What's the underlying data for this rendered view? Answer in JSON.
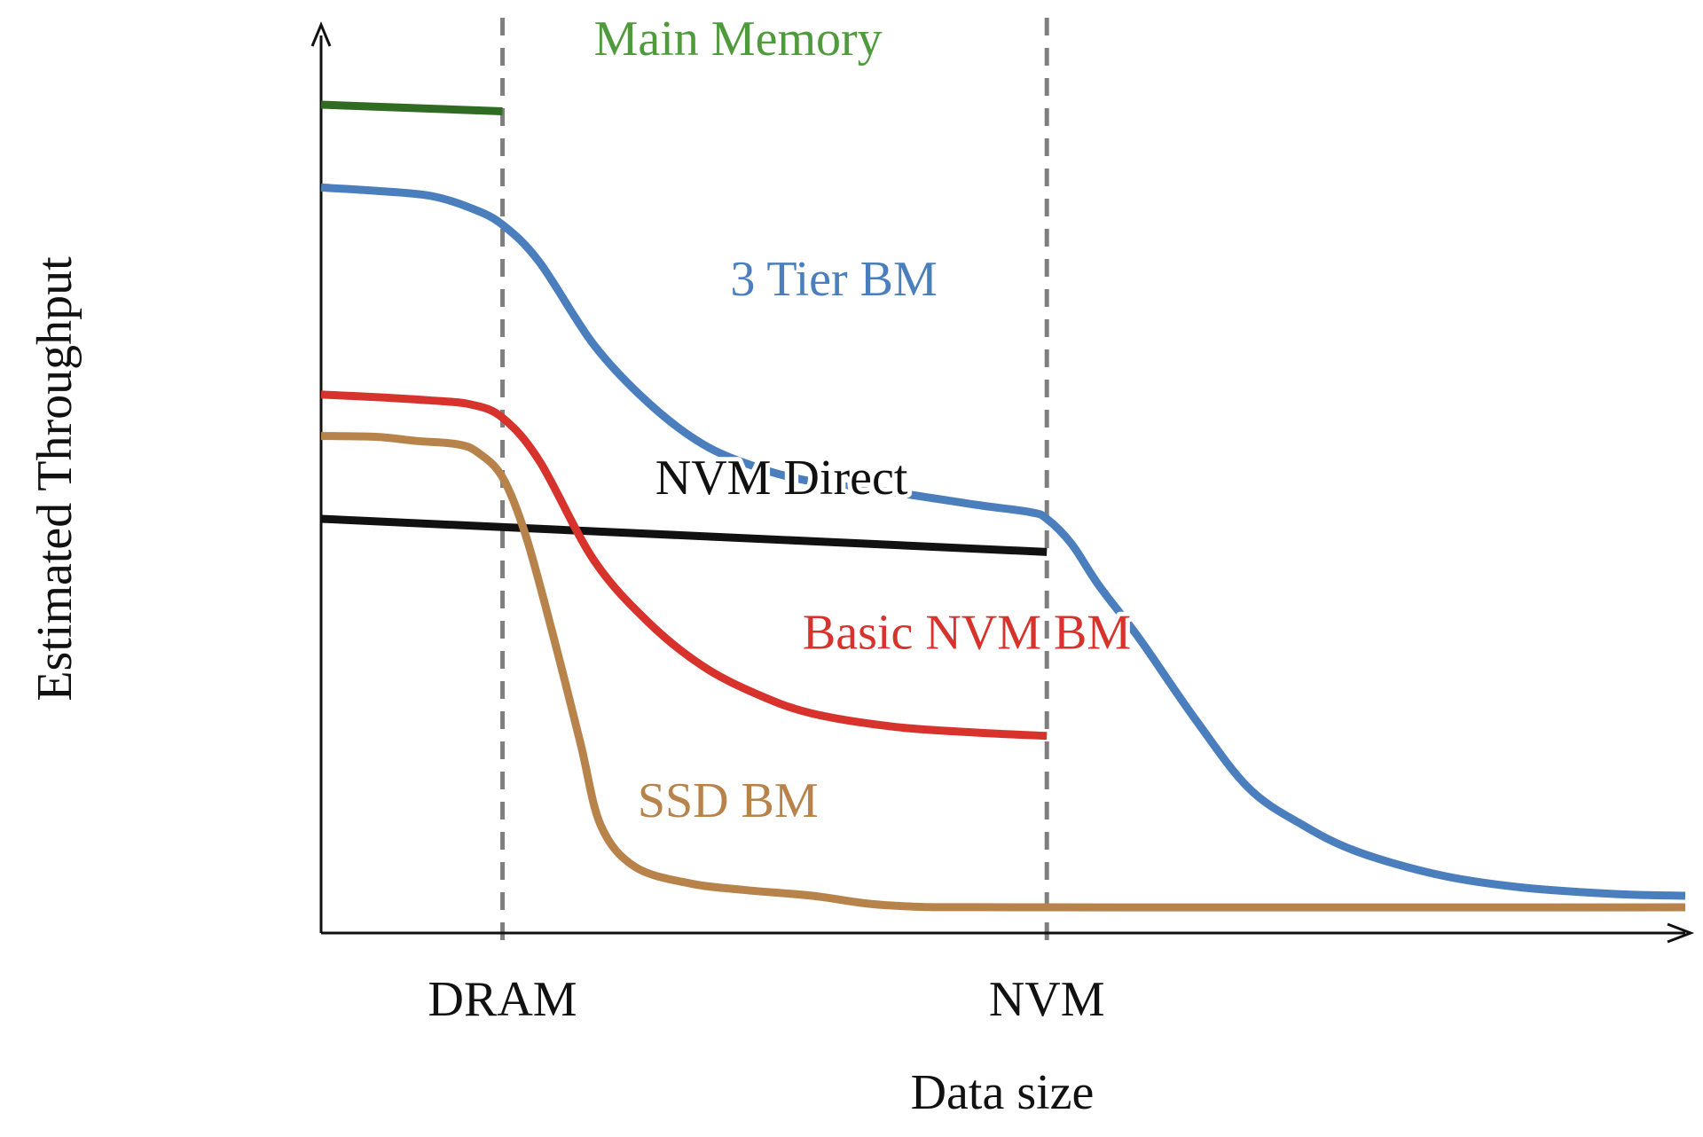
{
  "chart_data": {
    "type": "line",
    "title": "",
    "xlabel": "Data size",
    "ylabel": "Estimated  Throughput",
    "xlim": [
      0,
      1000
    ],
    "ylim": [
      0,
      1000
    ],
    "grid": false,
    "legend": "inline labels",
    "x_ticks": [
      {
        "label": "DRAM",
        "x": 133
      },
      {
        "label": "NVM",
        "x": 532
      }
    ],
    "series": [
      {
        "name": "Main Memory",
        "color": "#2f6b22",
        "label_color": "#4e9a3c",
        "label_at": [
          200,
          1060
        ],
        "points": [
          [
            0,
            1000
          ],
          [
            133,
            992
          ]
        ]
      },
      {
        "name": "3 Tier BM",
        "color": "#4a7ebd",
        "label_color": "#4a7ebd",
        "label_at": [
          300,
          770
        ],
        "points": [
          [
            0,
            900
          ],
          [
            40,
            896
          ],
          [
            80,
            890
          ],
          [
            110,
            875
          ],
          [
            133,
            855
          ],
          [
            160,
            810
          ],
          [
            200,
            710
          ],
          [
            240,
            640
          ],
          [
            280,
            590
          ],
          [
            320,
            562
          ],
          [
            360,
            545
          ],
          [
            420,
            532
          ],
          [
            480,
            517
          ],
          [
            520,
            508
          ],
          [
            532,
            500
          ],
          [
            550,
            470
          ],
          [
            570,
            420
          ],
          [
            600,
            355
          ],
          [
            640,
            260
          ],
          [
            680,
            175
          ],
          [
            720,
            130
          ],
          [
            760,
            98
          ],
          [
            820,
            70
          ],
          [
            880,
            55
          ],
          [
            950,
            47
          ],
          [
            1000,
            45
          ]
        ]
      },
      {
        "name": "NVM Direct",
        "color": "#111111",
        "label_color": "#111111",
        "label_at": [
          245,
          530
        ],
        "points": [
          [
            0,
            500
          ],
          [
            532,
            460
          ]
        ]
      },
      {
        "name": "Basic NVM BM",
        "color": "#d7322c",
        "label_color": "#d7322c",
        "label_at": [
          353,
          343
        ],
        "points": [
          [
            0,
            650
          ],
          [
            40,
            647
          ],
          [
            80,
            643
          ],
          [
            110,
            638
          ],
          [
            133,
            622
          ],
          [
            160,
            570
          ],
          [
            200,
            450
          ],
          [
            240,
            375
          ],
          [
            280,
            322
          ],
          [
            320,
            288
          ],
          [
            360,
            265
          ],
          [
            420,
            249
          ],
          [
            480,
            242
          ],
          [
            532,
            238
          ]
        ]
      },
      {
        "name": "SSD BM",
        "color": "#b8834a",
        "label_color": "#b8834a",
        "label_at": [
          232,
          140
        ],
        "points": [
          [
            0,
            600
          ],
          [
            40,
            599
          ],
          [
            70,
            594
          ],
          [
            100,
            590
          ],
          [
            115,
            580
          ],
          [
            133,
            550
          ],
          [
            150,
            480
          ],
          [
            170,
            360
          ],
          [
            190,
            230
          ],
          [
            205,
            130
          ],
          [
            230,
            80
          ],
          [
            270,
            60
          ],
          [
            310,
            52
          ],
          [
            360,
            45
          ],
          [
            420,
            33
          ],
          [
            532,
            31
          ],
          [
            1000,
            31
          ]
        ]
      }
    ]
  }
}
